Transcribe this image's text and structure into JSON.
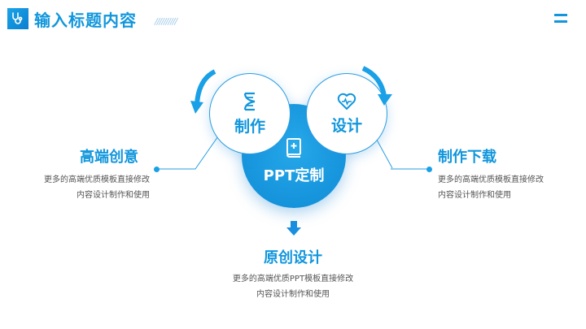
{
  "header": {
    "title": "输入标题内容",
    "slashes": "//////////",
    "icon": "stethoscope-icon",
    "menu_icon": "menu-icon"
  },
  "colors": {
    "accent": "#1196dc",
    "accent_light": "#27a9ea",
    "text_gray": "#555555",
    "background": "#ffffff"
  },
  "diagram": {
    "center": {
      "label": "PPT定制",
      "icon": "book-plus-icon"
    },
    "left_circle": {
      "label": "制作",
      "icon": "dna-icon"
    },
    "right_circle": {
      "label": "设计",
      "icon": "heart-pulse-icon"
    }
  },
  "sections": {
    "left": {
      "title": "高端创意",
      "line1": "更多的高端优质模板直接修改",
      "line2": "内容设计制作和使用"
    },
    "right": {
      "title": "制作下载",
      "line1": "更多的高端优质模板直接修改",
      "line2": "内容设计制作和使用"
    },
    "bottom": {
      "title": "原创设计",
      "line1": "更多的高端优质PPT模板直接修改",
      "line2": "内容设计制作和使用"
    }
  }
}
